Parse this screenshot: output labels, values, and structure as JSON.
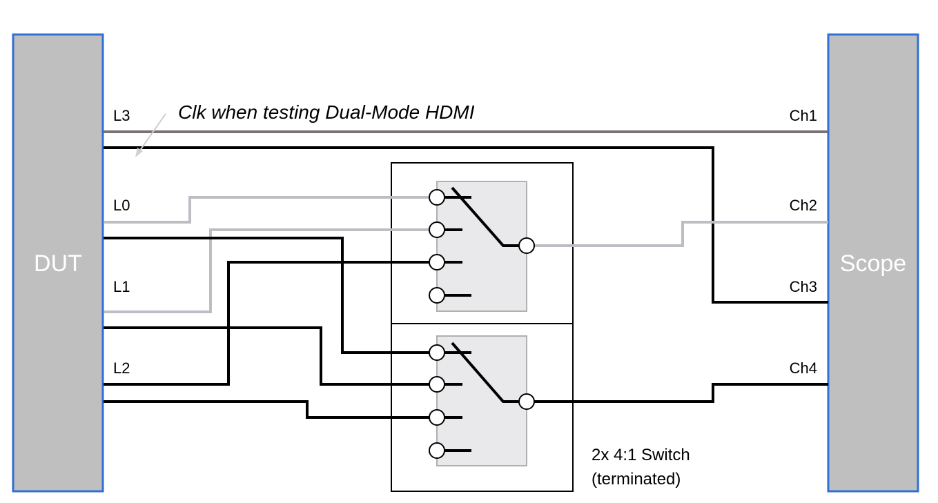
{
  "dut": {
    "label": "DUT"
  },
  "scope": {
    "label": "Scope"
  },
  "lanes": {
    "l3": "L3",
    "l0": "L0",
    "l1": "L1",
    "l2": "L2"
  },
  "channels": {
    "ch1": "Ch1",
    "ch2": "Ch2",
    "ch3": "Ch3",
    "ch4": "Ch4"
  },
  "annotation": "Clk when testing Dual-Mode HDMI",
  "switch_label": {
    "line1": "2x 4:1 Switch",
    "line2": "(terminated)"
  },
  "colors": {
    "block_fill": "#bfbfbf",
    "block_border": "#2f6fd6",
    "signal_wire": "#000000",
    "selected_wire": "#c0bcc4",
    "clock_wire": "#7a7078",
    "switch_inner": "#e9e8ea"
  }
}
